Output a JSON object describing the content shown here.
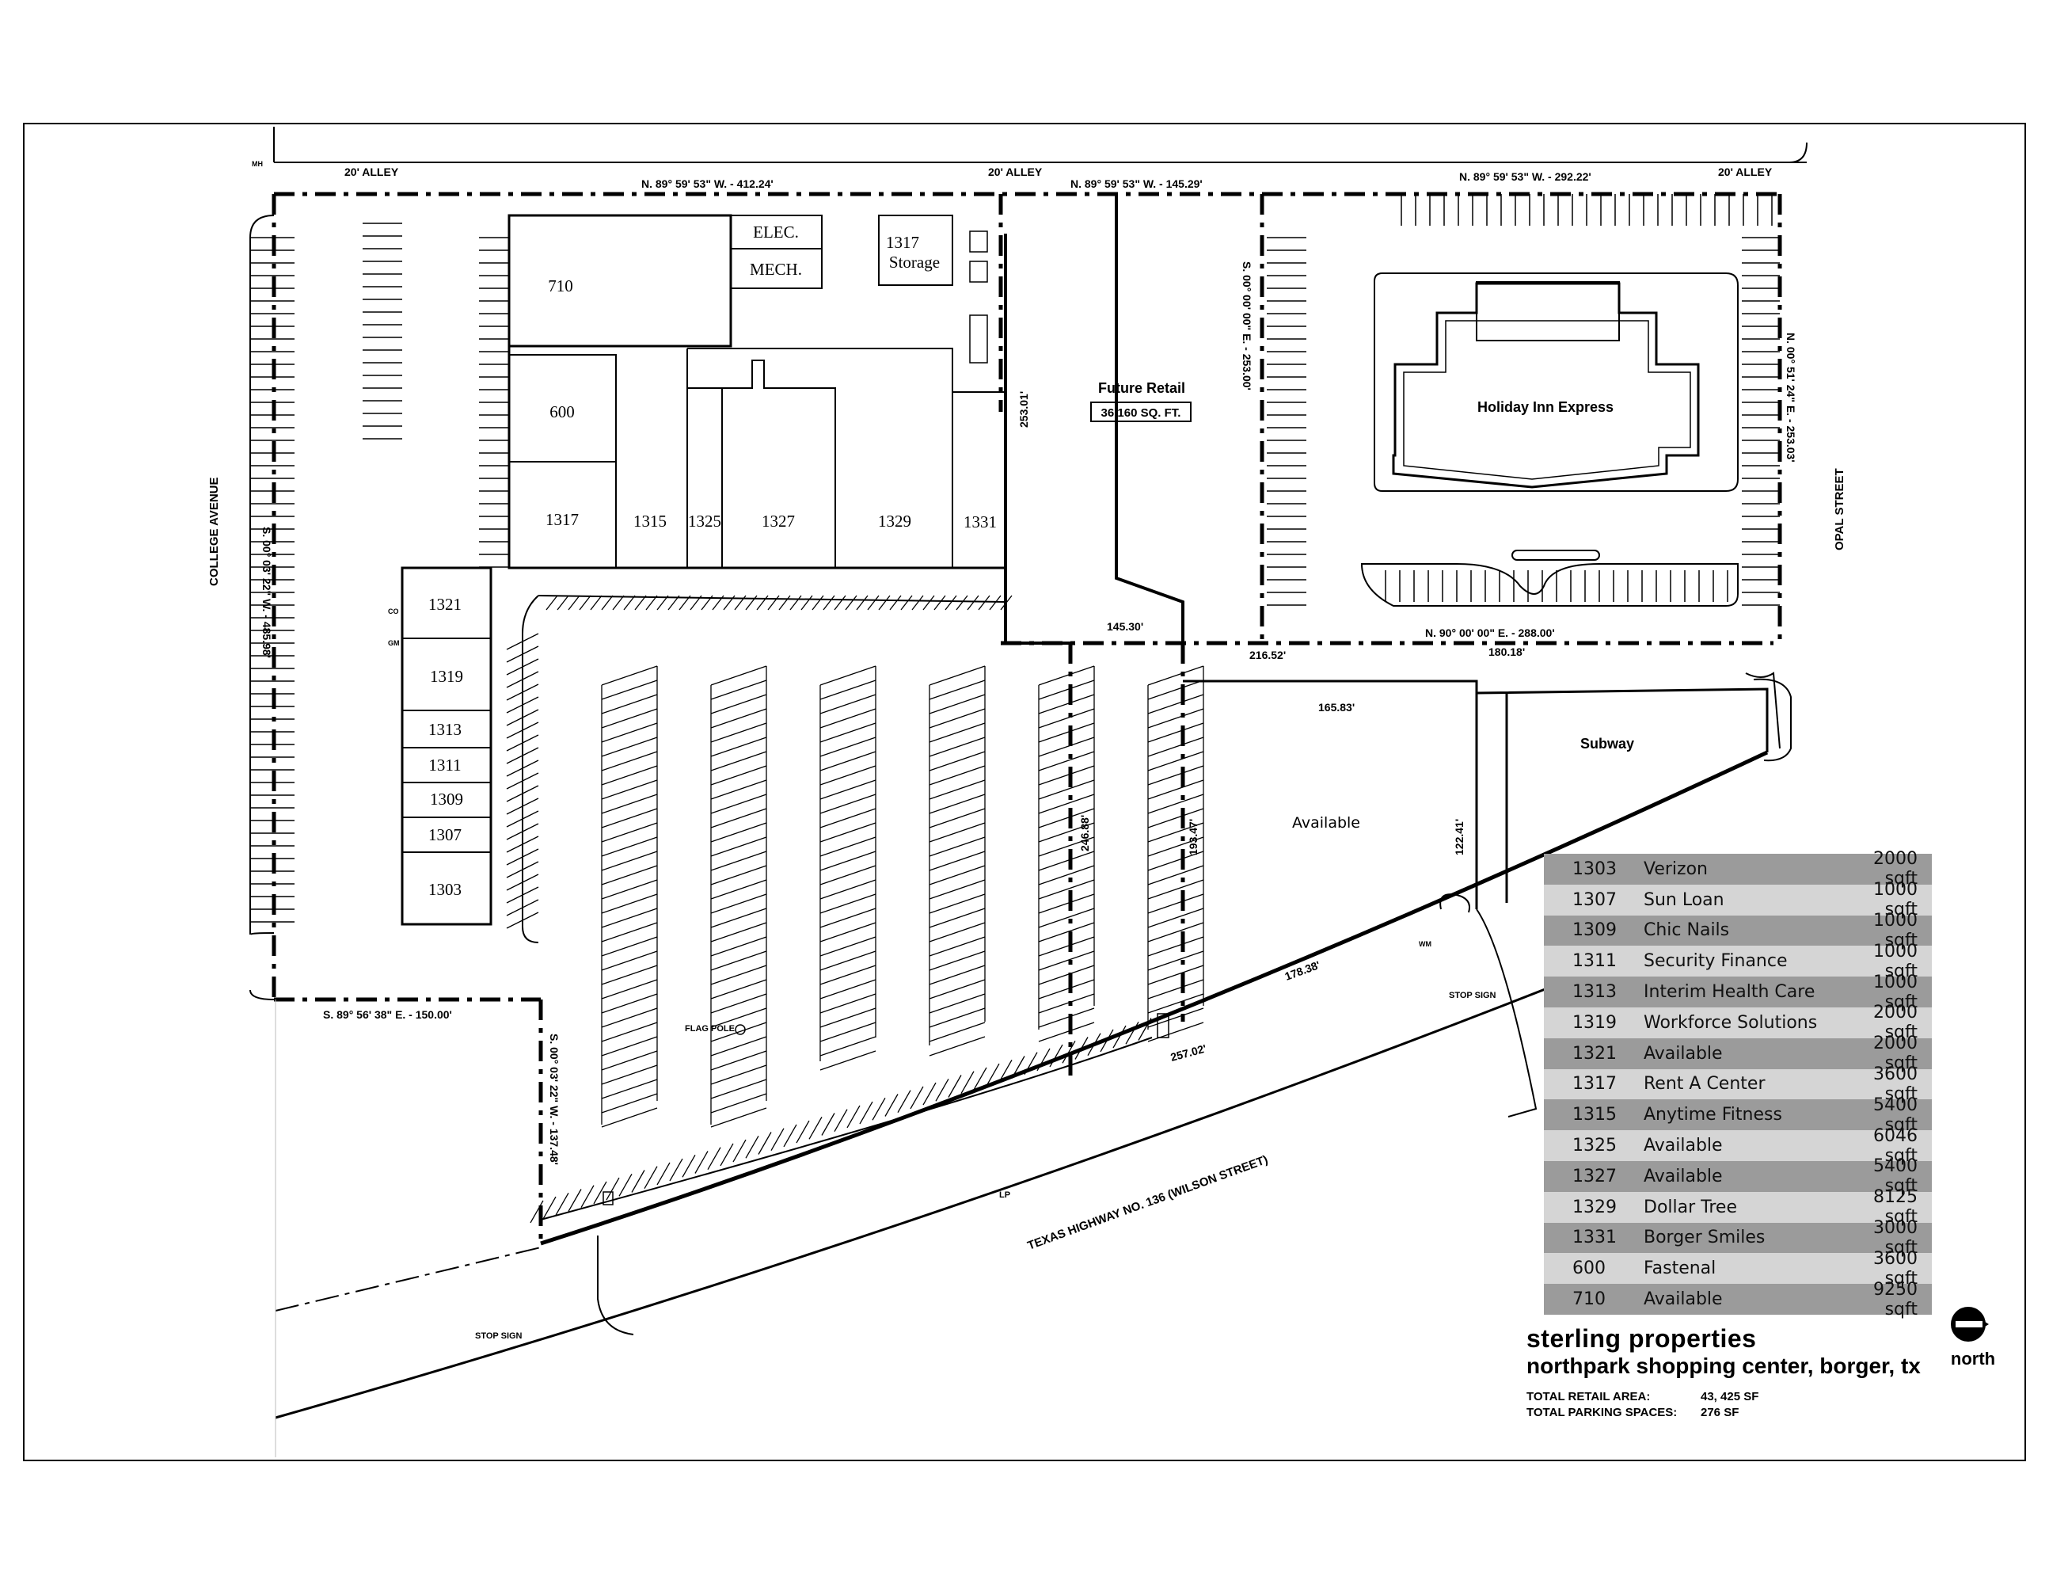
{
  "streets": {
    "alley_west": "20' ALLEY",
    "alley_center": "20' ALLEY",
    "alley_east": "20' ALLEY",
    "college_avenue": "COLLEGE AVENUE",
    "opal_street": "OPAL STREET",
    "highway": "TEXAS HIGHWAY NO. 136 (WILSON STREET)"
  },
  "bearings": {
    "north_west": "N. 89° 59' 53\" W. - 412.24'",
    "north_center": "N. 89° 59' 53\" W. - 145.29'",
    "north_east": "N. 89° 59' 53\" W. - 292.22'",
    "east_line": "N. 00° 51' 24\" E. - 253.03'",
    "west_line": "S. 00° 03' 22\" W. - 485.98'",
    "inner_line": "S. 00° 00' 00\" E. - 253.00'",
    "hotel_south": "N. 90° 00' 00\" E. - 288.00'",
    "south_west": "S. 89° 56' 38\" E. - 150.00'",
    "west_lower": "S. 00° 03' 22\" W. - 137.48'"
  },
  "dimensions": {
    "d253": "253.01'",
    "d145": "145.30'",
    "d216": "216.52'",
    "d180": "180.18'",
    "d165": "165.83'",
    "d246": "246.88'",
    "d193": "193.47'",
    "d122": "122.41'",
    "d178": "178.38'",
    "d257": "257.02'"
  },
  "buildings": {
    "elec": "ELEC.",
    "mech": "MECH.",
    "storage_num": "1317",
    "storage_label": "Storage",
    "u710": "710",
    "u600": "600",
    "u1317": "1317",
    "u1315": "1315",
    "u1325": "1325",
    "u1327": "1327",
    "u1329": "1329",
    "u1331": "1331",
    "u1321": "1321",
    "u1319": "1319",
    "u1313": "1313",
    "u1311": "1311",
    "u1309": "1309",
    "u1307": "1307",
    "u1303": "1303",
    "future_retail": "Future Retail",
    "future_retail_area": "36,160 SQ. FT.",
    "holiday_inn": "Holiday Inn Express",
    "subway": "Subway",
    "available_pad": "Available"
  },
  "site_notes": {
    "flag_pole": "FLAG POLE",
    "stop_sign_1": "STOP SIGN",
    "stop_sign_2": "STOP SIGN",
    "lp": "LP",
    "mh": "MH",
    "gm": "GM",
    "co": "CO",
    "wm": "WM"
  },
  "tenants": [
    {
      "unit": "1303",
      "name": "Verizon",
      "area": "2000 sqft"
    },
    {
      "unit": "1307",
      "name": "Sun Loan",
      "area": "1000 sqft"
    },
    {
      "unit": "1309",
      "name": "Chic Nails",
      "area": "1000 sqft"
    },
    {
      "unit": "1311",
      "name": "Security Finance",
      "area": "1000 sqft"
    },
    {
      "unit": "1313",
      "name": "Interim Health Care",
      "area": "1000 sqft"
    },
    {
      "unit": "1319",
      "name": "Workforce Solutions",
      "area": "2000 sqft"
    },
    {
      "unit": "1321",
      "name": "Available",
      "area": "2000 sqft"
    },
    {
      "unit": "1317",
      "name": "Rent A Center",
      "area": "3600 sqft"
    },
    {
      "unit": "1315",
      "name": "Anytime Fitness",
      "area": "5400 sqft"
    },
    {
      "unit": "1325",
      "name": "Available",
      "area": "6046 sqft"
    },
    {
      "unit": "1327",
      "name": "Available",
      "area": "5400 sqft"
    },
    {
      "unit": "1329",
      "name": "Dollar Tree",
      "area": "8125 sqft"
    },
    {
      "unit": "1331",
      "name": "Borger Smiles",
      "area": "3000 sqft"
    },
    {
      "unit": "600",
      "name": "Fastenal",
      "area": "3600 sqft"
    },
    {
      "unit": "710",
      "name": "Available",
      "area": "9250 sqft"
    }
  ],
  "title_block": {
    "company": "sterling properties",
    "project": "northpark shopping center, borger, tx",
    "retail_label": "TOTAL RETAIL AREA:",
    "retail_value": "43, 425 SF",
    "parking_label": "TOTAL PARKING SPACES:",
    "parking_value": "276 SF",
    "north": "north"
  }
}
